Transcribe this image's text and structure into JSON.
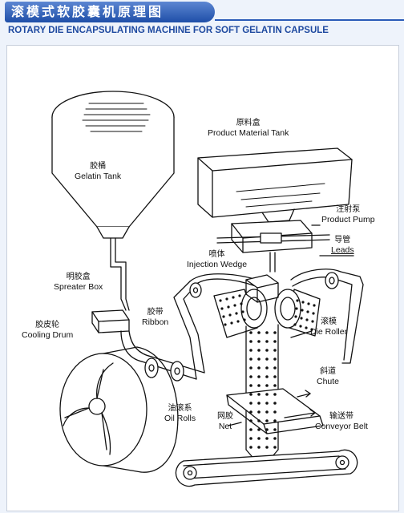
{
  "header": {
    "title_cn": "滚模式软胶囊机原理图",
    "title_en": "ROTARY DIE ENCAPSULATING MACHINE FOR SOFT GELATIN CAPSULE"
  },
  "colors": {
    "title_bar": "#2a5bb8",
    "title_en_text": "#1f4aa0",
    "page_background": "#eef3fb",
    "line": "#111111"
  },
  "labels": {
    "gelatin_tank": {
      "cn": "胶桶",
      "en": "Gelatin Tank"
    },
    "product_material_tank": {
      "cn": "原料盒",
      "en": "Product Material Tank"
    },
    "product_pump": {
      "cn": "注射泵",
      "en": "Product Pump"
    },
    "leads": {
      "cn": "导管",
      "en": "Leads"
    },
    "injection_wedge": {
      "cn": "喷体",
      "en": "Injection Wedge"
    },
    "spreater_box": {
      "cn": "明胶盒",
      "en": "Spreater Box"
    },
    "ribbon": {
      "cn": "胶带",
      "en": "Ribbon"
    },
    "cooling_drum": {
      "cn": "胶皮轮",
      "en": "Cooling Drum"
    },
    "die_roller": {
      "cn": "滚模",
      "en": "Die Roller"
    },
    "chute": {
      "cn": "斜道",
      "en": "Chute"
    },
    "oil_rolls": {
      "cn": "油滚系",
      "en": "Oil Rolls"
    },
    "net": {
      "cn": "网胶",
      "en": "Net"
    },
    "conveyor_belt": {
      "cn": "输送带",
      "en": "Conveyor Belt"
    }
  }
}
